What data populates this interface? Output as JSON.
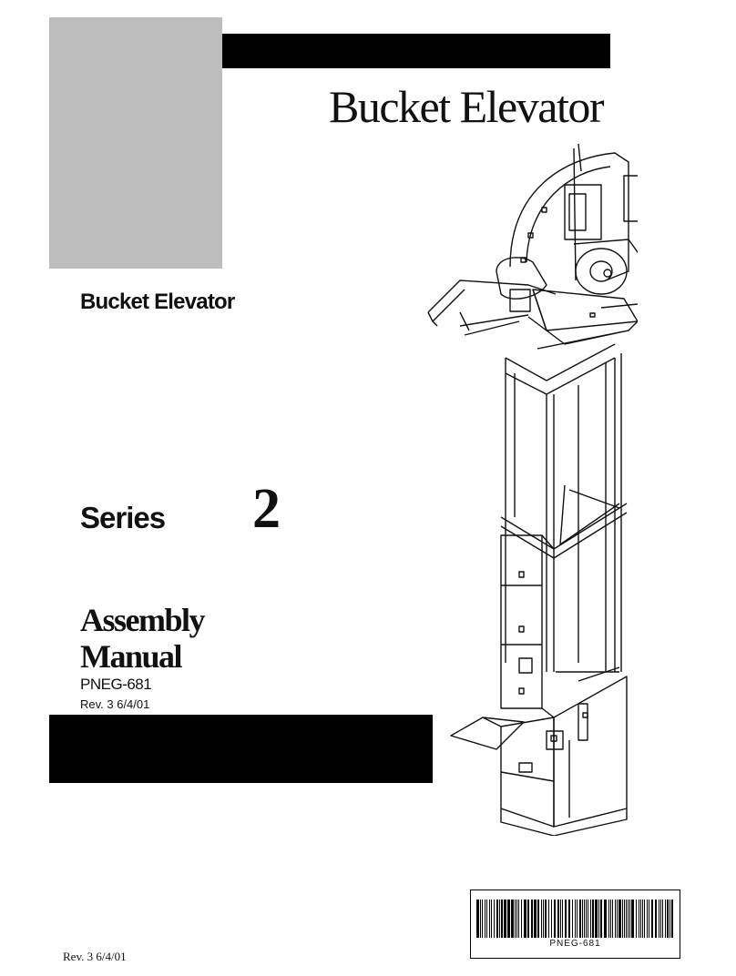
{
  "header": {
    "title": "Bucket Elevator"
  },
  "cover": {
    "subtitle": "Bucket Elevator",
    "series_label": "Series",
    "series_number": "2",
    "doc_title_line1": "Assembly",
    "doc_title_line2": "Manual",
    "part_number": "PNEG-681",
    "revision": "Rev. 3  6/4/01"
  },
  "footer": {
    "revision": "Rev. 3  6/4/01",
    "barcode_text": "PNEG-681"
  },
  "illustration": {
    "subject": "bucket-elevator-drawing"
  },
  "colors": {
    "gray_block": "#bdbdbd",
    "bar": "#000000"
  }
}
